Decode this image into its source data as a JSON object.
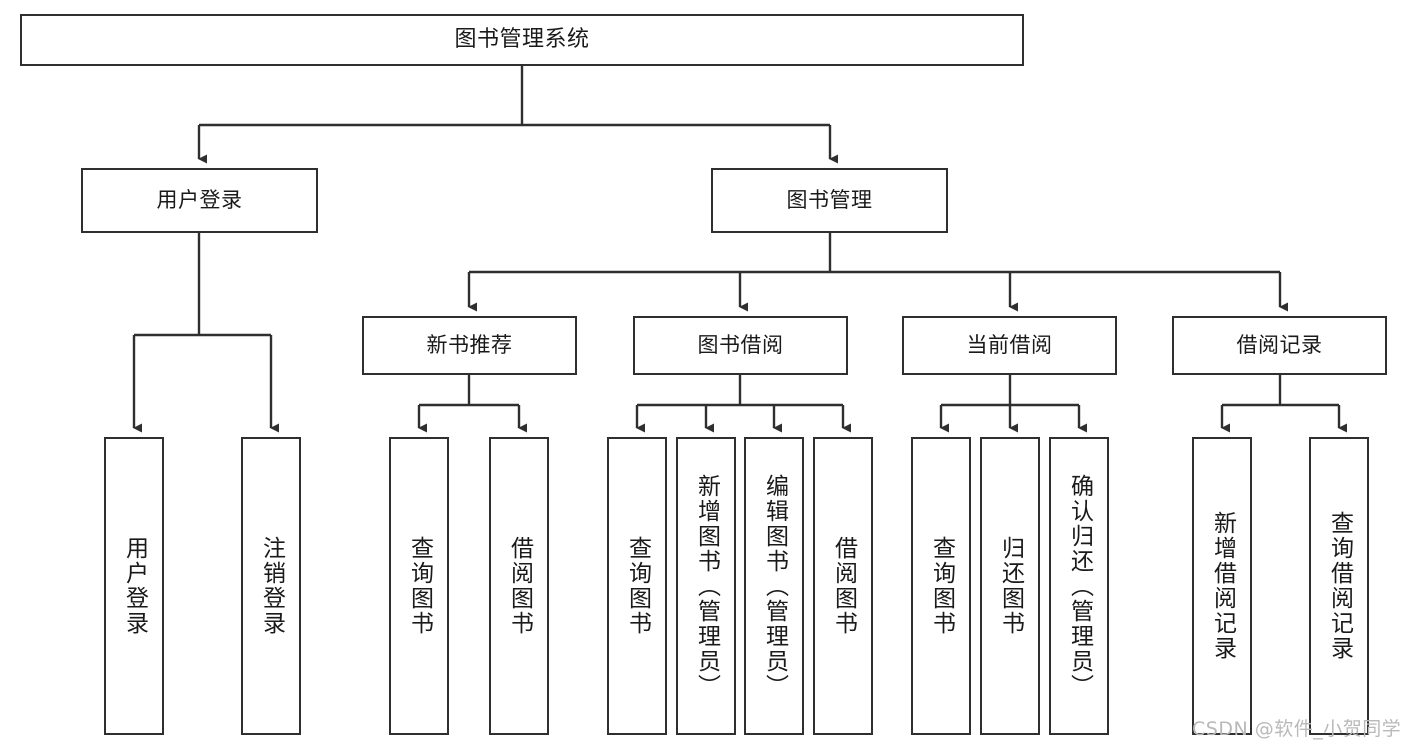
{
  "diagram": {
    "title": "图书管理系统",
    "type": "tree-hierarchy-chart",
    "stroke_color": "#2f2f2f",
    "fill_color": "#ffffff",
    "text_color": "#1a1a1a"
  },
  "nodes": {
    "root": {
      "label": "图书管理系统"
    },
    "level1": [
      {
        "label": "用户登录"
      },
      {
        "label": "图书管理"
      }
    ],
    "level2": [
      {
        "label": "新书推荐"
      },
      {
        "label": "图书借阅"
      },
      {
        "label": "当前借阅"
      },
      {
        "label": "借阅记录"
      }
    ],
    "leaves": {
      "user_login": [
        {
          "label": "用户登录"
        },
        {
          "label": "注销登录"
        }
      ],
      "new_book_recommend": [
        {
          "label": "查询图书"
        },
        {
          "label": "借阅图书"
        }
      ],
      "book_borrow": [
        {
          "label": "查询图书"
        },
        {
          "label": "新增图书（管理员）"
        },
        {
          "label": "编辑图书（管理员）"
        },
        {
          "label": "借阅图书"
        }
      ],
      "current_borrow": [
        {
          "label": "查询图书"
        },
        {
          "label": "归还图书"
        },
        {
          "label": "确认归还（管理员）"
        }
      ],
      "borrow_record": [
        {
          "label": "新增借阅记录"
        },
        {
          "label": "查询借阅记录"
        }
      ]
    }
  },
  "watermark": {
    "text": "CSDN @软件_小贺同学"
  }
}
